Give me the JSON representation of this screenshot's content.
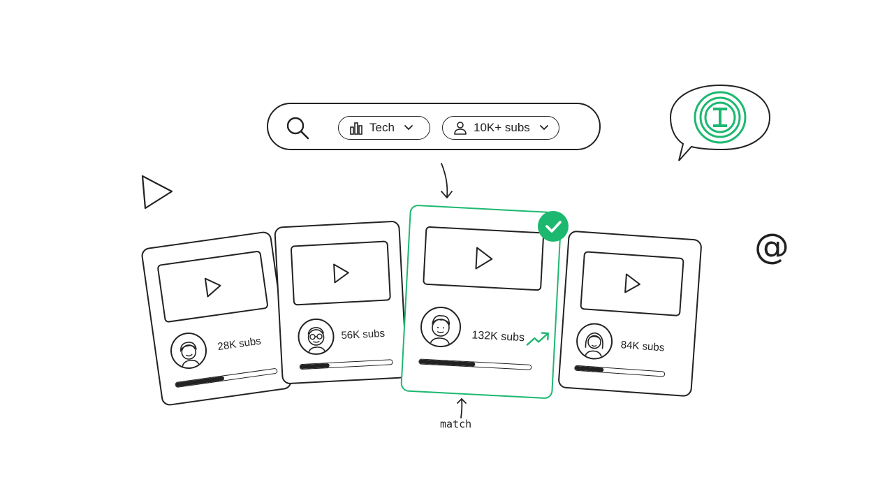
{
  "search": {
    "filter_category": {
      "label": "Tech",
      "icon": "bar-chart-icon"
    },
    "filter_subscribers": {
      "label": "10K+ subs",
      "icon": "user-icon"
    }
  },
  "cards": [
    {
      "subs": "28K subs",
      "progress": 0.48,
      "selected": false
    },
    {
      "subs": "56K subs",
      "progress": 0.32,
      "selected": false
    },
    {
      "subs": "132K subs",
      "progress": 0.5,
      "selected": true
    },
    {
      "subs": "84K subs",
      "progress": 0.32,
      "selected": false
    }
  ],
  "match_label": "match",
  "colors": {
    "accent": "#1db870",
    "ink": "#222222"
  }
}
